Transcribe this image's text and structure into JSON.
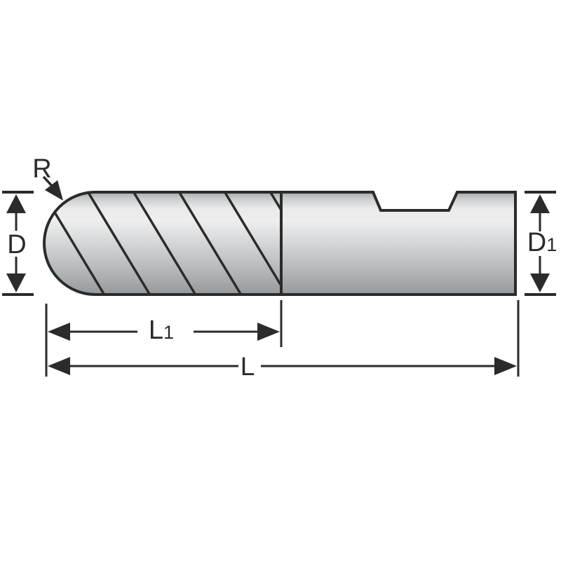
{
  "figure": {
    "type": "technical-drawing",
    "subject": "Ball nose end mill side view with dimension callouts",
    "labels": {
      "radius": "R",
      "cut_diameter": "D",
      "shank_diameter_main": "D",
      "shank_diameter_sub": "1",
      "flute_length_main": "L",
      "flute_length_sub": "1",
      "overall_length": "L"
    },
    "colors": {
      "line": "#2b2b2b",
      "background": "#ffffff",
      "body_highlight": "#eeeeef",
      "body_shadow": "#96999b"
    }
  }
}
